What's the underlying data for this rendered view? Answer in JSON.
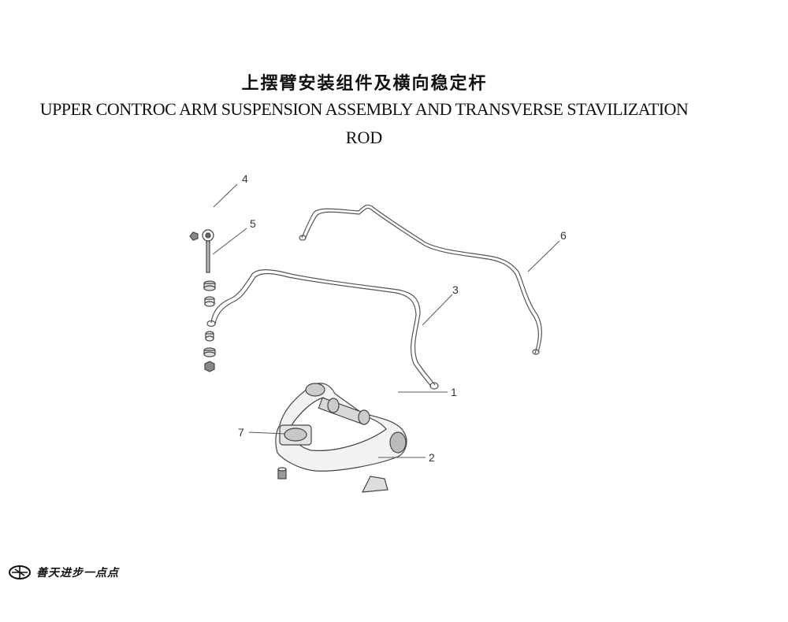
{
  "title": {
    "chinese": "上摆臂安装组件及横向稳定杆",
    "english_line1": "UPPER CONTROC ARM SUSPENSION ASSEMBLY AND  TRANSVERSE  STAVILIZATION",
    "english_line2": "ROD"
  },
  "callouts": [
    "1",
    "2",
    "3",
    "4",
    "5",
    "6",
    "7"
  ],
  "logo": {
    "text": "善天进步一点点",
    "icon": "brand-emblem-icon"
  },
  "colors": {
    "line": "#444444",
    "text": "#111111",
    "background": "#ffffff"
  }
}
